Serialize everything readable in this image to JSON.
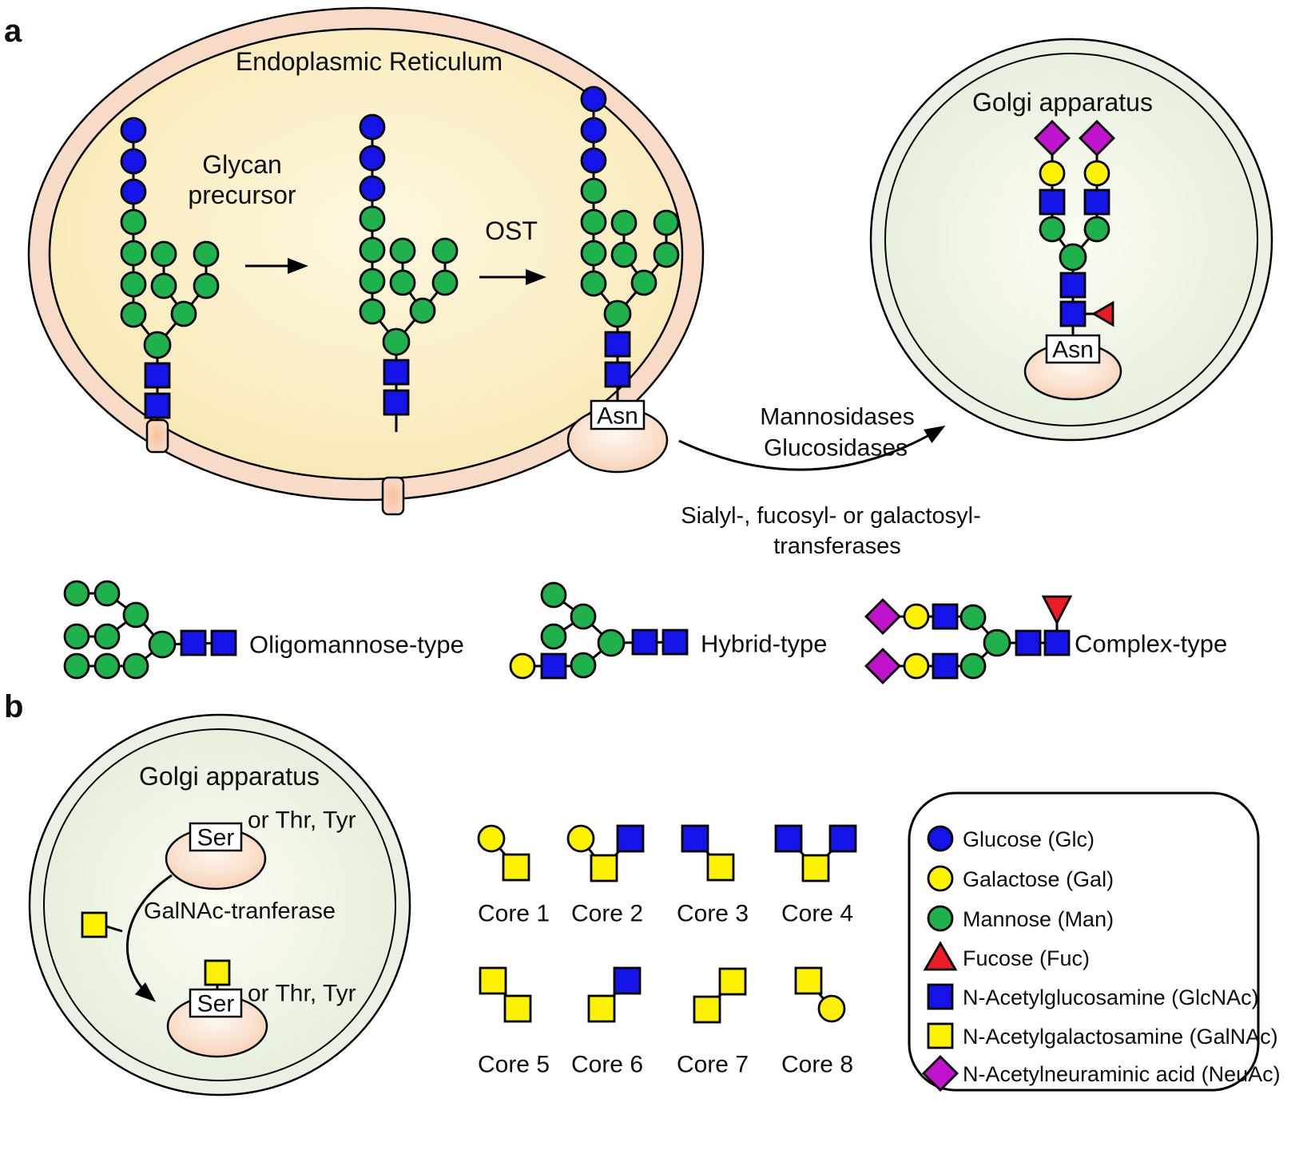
{
  "palette": {
    "glc": "#1414E8",
    "gal": "#FFF200",
    "man": "#1FB14C",
    "fuc": "#EC1C24",
    "neuac": "#C013CE",
    "membrane": "#F8DBC6",
    "golgi_ring": "#E9F1E5"
  },
  "panels": {
    "a": "a",
    "b": "b"
  },
  "er": {
    "title": "Endoplasmic Reticulum",
    "precursor_line1": "Glycan",
    "precursor_line2": "precursor",
    "ost": "OST",
    "asn": "Asn"
  },
  "golgi_a": {
    "title": "Golgi apparatus",
    "asn": "Asn"
  },
  "pathway": {
    "enzymes_line1": "Mannosidases",
    "enzymes_line2": "Glucosidases",
    "transferases_line1": "Sialyl-, fucosyl- or galactosyl-",
    "transferases_line2": "transferases"
  },
  "glycan_types": {
    "oligomannose": "Oligomannose-type",
    "hybrid": "Hybrid-type",
    "complex": "Complex-type"
  },
  "golgi_b": {
    "title": "Golgi apparatus",
    "ser_top": "Ser",
    "ser_bottom": "Ser",
    "alt_top": "or Thr, Tyr",
    "alt_bottom": "or Thr, Tyr",
    "enzyme": "GalNAc-tranferase"
  },
  "cores": {
    "labels": [
      "Core 1",
      "Core 2",
      "Core 3",
      "Core 4",
      "Core 5",
      "Core 6",
      "Core 7",
      "Core 8"
    ]
  },
  "legend": {
    "items": [
      {
        "symbol": "glucose-circle",
        "label": "Glucose (Glc)"
      },
      {
        "symbol": "galactose-circle",
        "label": "Galactose (Gal)"
      },
      {
        "symbol": "mannose-circle",
        "label": "Mannose (Man)"
      },
      {
        "symbol": "fucose-triangle",
        "label": "Fucose (Fuc)"
      },
      {
        "symbol": "glcnac-square",
        "label": "N-Acetylglucosamine (GlcNAc)"
      },
      {
        "symbol": "galnac-square",
        "label": "N-Acetylgalactosamine (GalNAc)"
      },
      {
        "symbol": "neuac-diamond",
        "label": "N-Acetylneuraminic acid (NeuAc)"
      }
    ]
  }
}
